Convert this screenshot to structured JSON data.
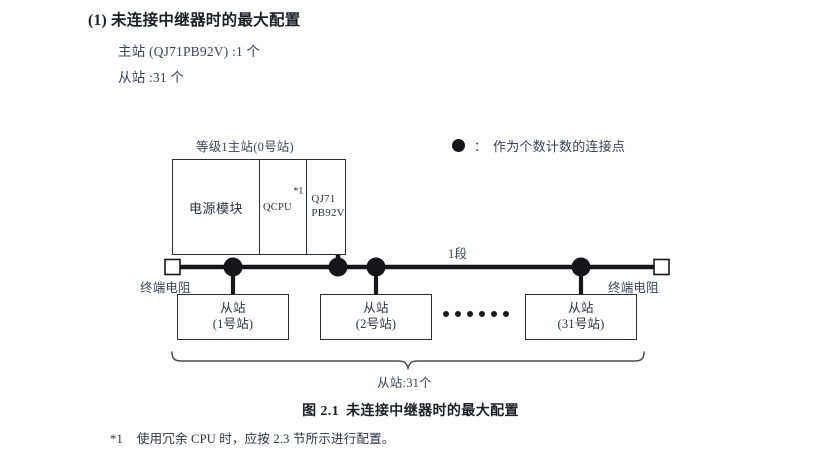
{
  "section": {
    "number": "(1)",
    "title": "未连接中继器时的最大配置",
    "lines": [
      "主站 (QJ71PB92V) :1 个",
      "从站 :31 个"
    ]
  },
  "legend": {
    "symbol": "filled-circle",
    "separator": "：",
    "text": "作为个数计数的连接点"
  },
  "master": {
    "title": "等级1主站(0号站)",
    "cells": [
      {
        "label": "电源模块"
      },
      {
        "label": "QCPU",
        "superscript": "*1"
      },
      {
        "label_line1": "QJ71",
        "label_line2": "PB92V"
      }
    ]
  },
  "bus": {
    "segment_label": "1段",
    "terminator_left": "终端电阻",
    "terminator_right": "终端电阻",
    "terminator_symbol": "open-square"
  },
  "slaves": [
    {
      "line1": "从站",
      "line2": "(1号站)"
    },
    {
      "line1": "从站",
      "line2": "(2号站)"
    },
    {
      "line1": "从站",
      "line2": "(31号站)"
    }
  ],
  "ellipsis_dots": 6,
  "brace": {
    "label": "从站:31个"
  },
  "figure": {
    "caption_number": "图 2.1",
    "caption_title": "未连接中继器时的最大配置"
  },
  "footnote": {
    "mark": "*1",
    "text": "使用冗余 CPU 时，应按 2.3 节所示进行配置。"
  },
  "colors": {
    "ink": "#2a3040",
    "line": "#16161a",
    "text_blue_gray": "#3a4456",
    "paper": "#ffffff"
  }
}
